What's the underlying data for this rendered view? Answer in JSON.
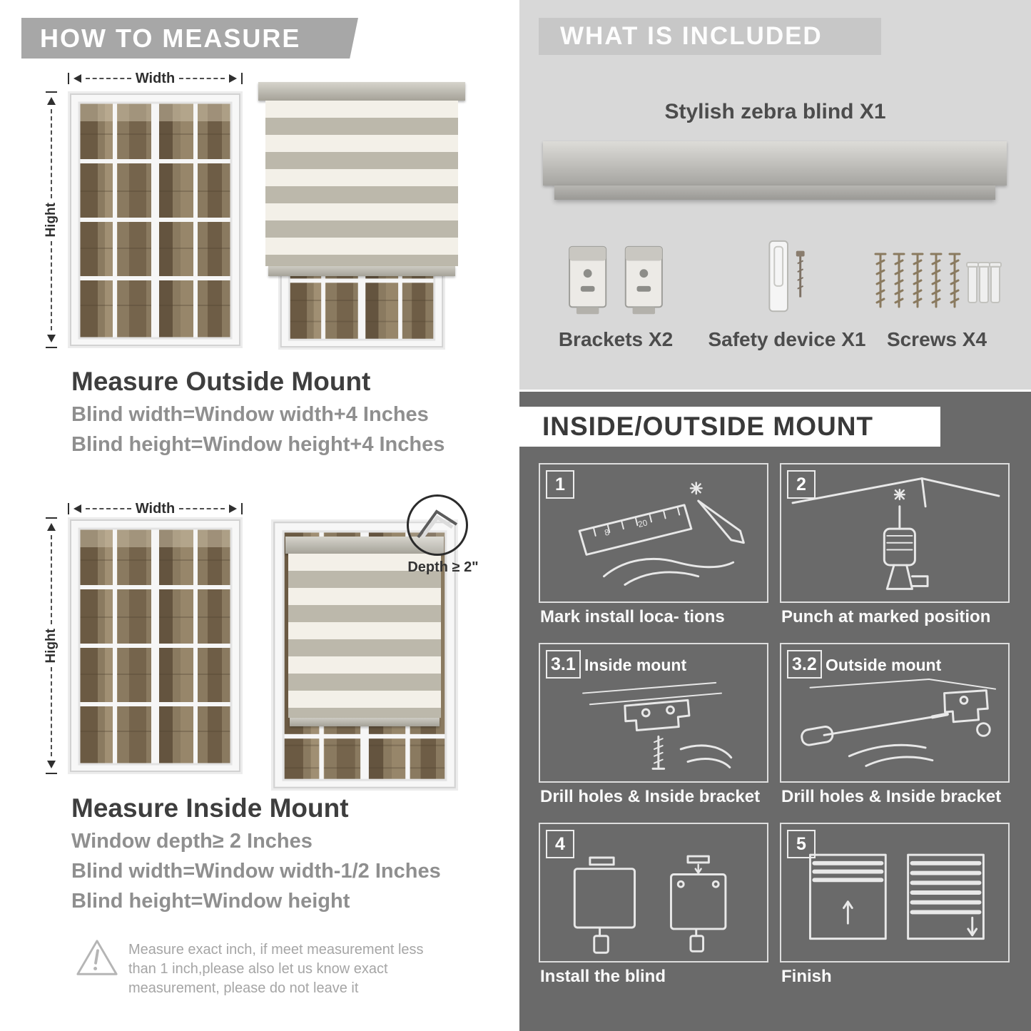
{
  "left": {
    "banner": "HOW TO MEASURE",
    "outside": {
      "width_label": "Width",
      "height_label": "Hight",
      "heading": "Measure Outside Mount",
      "lines": [
        "Blind width=Window width+4 Inches",
        "Blind height=Window height+4 Inches"
      ]
    },
    "inside": {
      "width_label": "Width",
      "height_label": "Hight",
      "depth_callout": "Depth ≥ 2\"",
      "heading": "Measure Inside Mount",
      "lines": [
        "Window depth≥ 2 Inches",
        "Blind width=Window width-1/2 Inches",
        "Blind height=Window height"
      ]
    },
    "warning": {
      "lines": [
        "Measure exact inch, if meet measurement less",
        "than 1 inch,please also let us know exact",
        "measurement, please do not leave it"
      ]
    }
  },
  "included": {
    "banner": "WHAT IS INCLUDED",
    "product": "Stylish zebra blind X1",
    "items": [
      {
        "label": "Brackets X2"
      },
      {
        "label": "Safety device X1"
      },
      {
        "label": "Screws X4"
      }
    ]
  },
  "mount": {
    "banner": "INSIDE/OUTSIDE MOUNT",
    "steps": [
      {
        "num": "1",
        "caption": "Mark install loca- tions"
      },
      {
        "num": "2",
        "caption": "Punch at  marked position"
      },
      {
        "num": "3.1",
        "title": "Inside mount",
        "caption": "Drill holes &  Inside bracket"
      },
      {
        "num": "3.2",
        "title": "Outside mount",
        "caption": "Drill holes &  Inside bracket"
      },
      {
        "num": "4",
        "caption": "Install the blind"
      },
      {
        "num": "5",
        "caption": "Finish"
      }
    ]
  }
}
